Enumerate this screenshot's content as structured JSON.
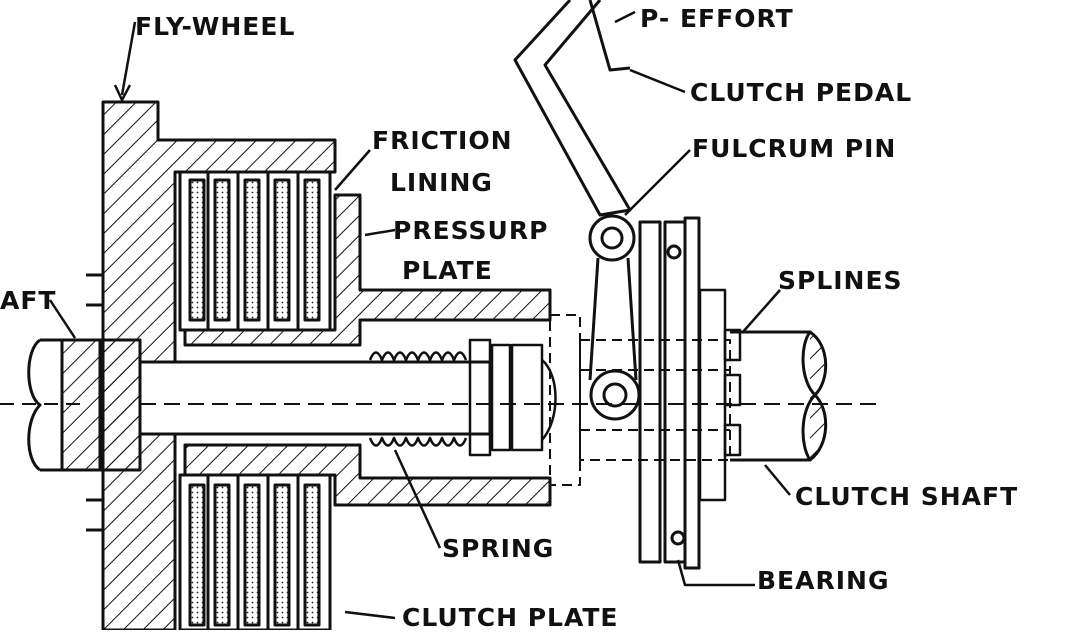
{
  "diagram": {
    "labels": {
      "fly_wheel": "FLY-WHEEL",
      "effort": "P- EFFORT",
      "clutch_pedal": "CLUTCH PEDAL",
      "fulcrum_pin": "FULCRUM PIN",
      "friction_lining_1": "FRICTION",
      "friction_lining_2": "LINING",
      "pressure_plate_1": "PRESSURP",
      "pressure_plate_2": "PLATE",
      "splines": "SPLINES",
      "shaft": "AFT",
      "clutch_shaft": "CLUTCH SHAFT",
      "spring": "SPRING",
      "bearing": "BEARING",
      "clutch_plate": "CLUTCH PLATE"
    },
    "colors": {
      "ink": "#111111",
      "paper": "#ffffff"
    }
  }
}
